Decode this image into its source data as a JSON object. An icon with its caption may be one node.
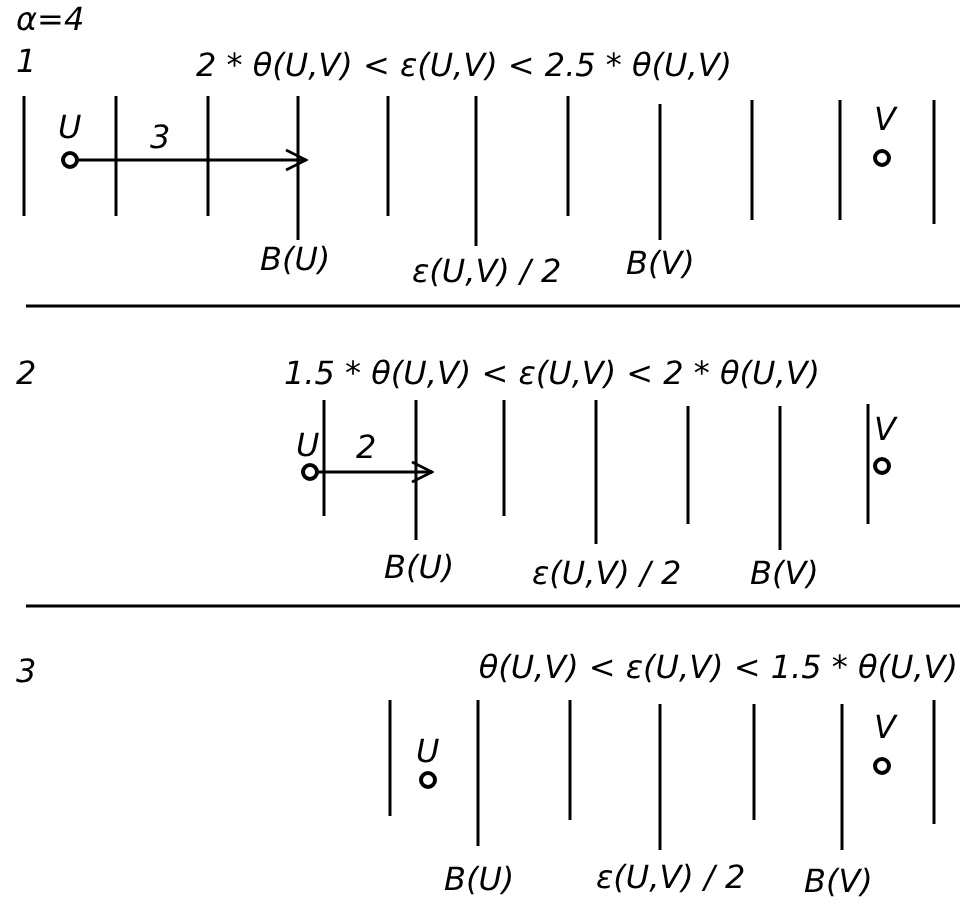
{
  "diagram": {
    "nodes": [
      {
        "text": [
          "U"
        ]
      },
      {
        "text": [
          "V"
        ]
      },
      {
        "text": [
          "U"
        ]
      },
      {
        "text": [
          "V"
        ]
      },
      {
        "text": [
          "U"
        ]
      },
      {
        "text": [
          "V"
        ]
      }
    ],
    "edges": [
      {
        "from": 0,
        "to": null,
        "arrow": "to",
        "label": "3"
      },
      {
        "from": 2,
        "to": null,
        "arrow": "to",
        "label": "2"
      }
    ],
    "labels": [
      "α=4",
      "1",
      "2 * θ(U,V) < ε(U,V) < 2.5 * θ(U,V)",
      "B(U)",
      "ε(U,V) / 2",
      "B(V)",
      "2",
      "1.5 * θ(U,V) < ε(U,V) < 2 * θ(U,V)",
      "B(U)",
      "ε(U,V) / 2",
      "B(V)",
      "3",
      "θ(U,V) < ε(U,V) < 1.5 * θ(U,V)",
      "B(U)",
      "ε(U,V) / 2",
      "B(V)"
    ]
  }
}
